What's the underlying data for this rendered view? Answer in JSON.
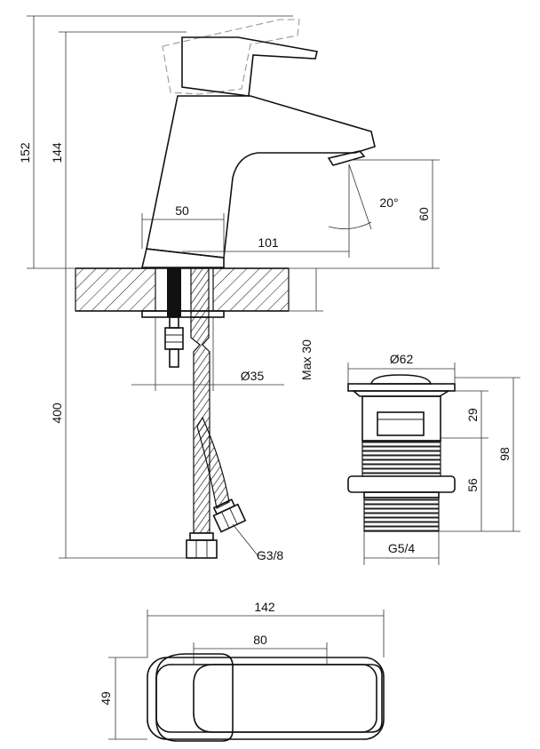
{
  "diagram": {
    "side_view": {
      "total_height": "152",
      "body_height": "144",
      "base_to_axis": "50",
      "spout_reach": "101",
      "spout_height": "60",
      "spray_angle": "20°",
      "deck_thickness": "Max 30",
      "hole_diameter": "Ø35",
      "hose_length": "400",
      "hose_thread": "G3/8"
    },
    "waste_valve": {
      "cap_diameter": "Ø62",
      "cap_height": "29",
      "thread_length": "56",
      "total_height": "98",
      "thread_size": "G5/4"
    },
    "top_view": {
      "total_length": "142",
      "lever_length": "80",
      "width": "49"
    }
  },
  "colors": {
    "line": "#111111",
    "ghost": "#999999",
    "background": "#ffffff"
  }
}
